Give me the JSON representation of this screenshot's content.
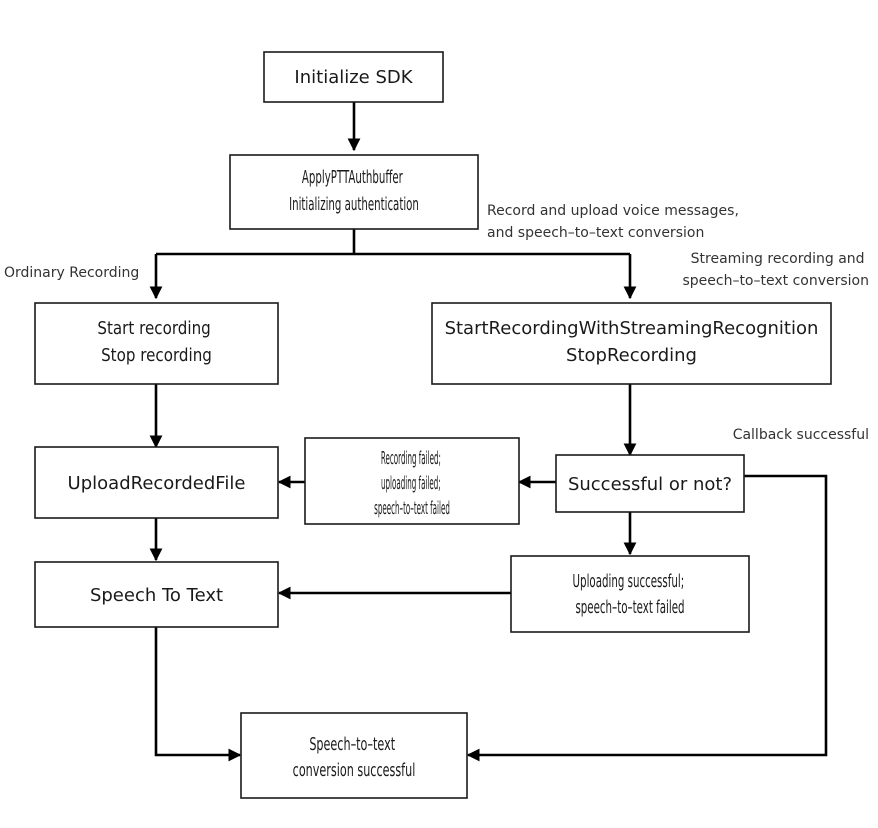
{
  "nodes": {
    "init_sdk": {
      "lines": [
        "Initialize SDK"
      ]
    },
    "apply_auth": {
      "lines": [
        "ApplyPTTAuthbuffer",
        "Initializing authentication"
      ]
    },
    "start_stop": {
      "lines": [
        "Start recording",
        "Stop recording"
      ]
    },
    "streaming": {
      "lines": [
        "StartRecordingWithStreamingRecognition",
        "StopRecording"
      ]
    },
    "upload": {
      "lines": [
        "UploadRecordedFile"
      ]
    },
    "failed": {
      "lines": [
        "Recording failed;",
        "uploading failed;",
        "speech–to–text failed"
      ]
    },
    "decision": {
      "lines": [
        "Successful or not?"
      ]
    },
    "speech_to_text": {
      "lines": [
        "Speech To Text"
      ]
    },
    "upload_ok": {
      "lines": [
        "Uploading successful;",
        "speech–to–text failed"
      ]
    },
    "success": {
      "lines": [
        "Speech–to–text",
        "conversion successful"
      ]
    }
  },
  "annotations": {
    "record_upload": [
      "Record and upload voice messages,",
      "and speech–to–text conversion"
    ],
    "ordinary": [
      "Ordinary Recording"
    ],
    "streaming": [
      "Streaming recording and",
      "speech–to–text conversion"
    ],
    "callback": [
      "Callback successful"
    ]
  },
  "colors": {
    "stroke": "#000000",
    "box_border": "#1a1a1a",
    "text": "#1a1a1a",
    "annotation": "#333333"
  }
}
